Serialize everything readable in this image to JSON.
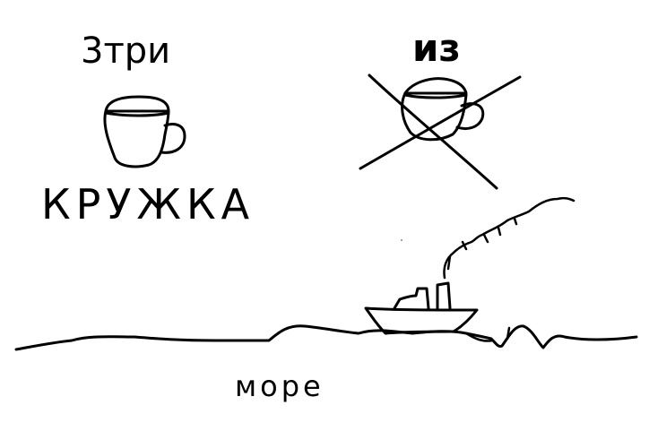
{
  "drawing": {
    "texts": {
      "top_left": "3три",
      "top_right": "из",
      "middle_left": "КРУЖКА",
      "bottom": "море"
    },
    "ink_color": "#000000",
    "background_color": "#ffffff"
  }
}
